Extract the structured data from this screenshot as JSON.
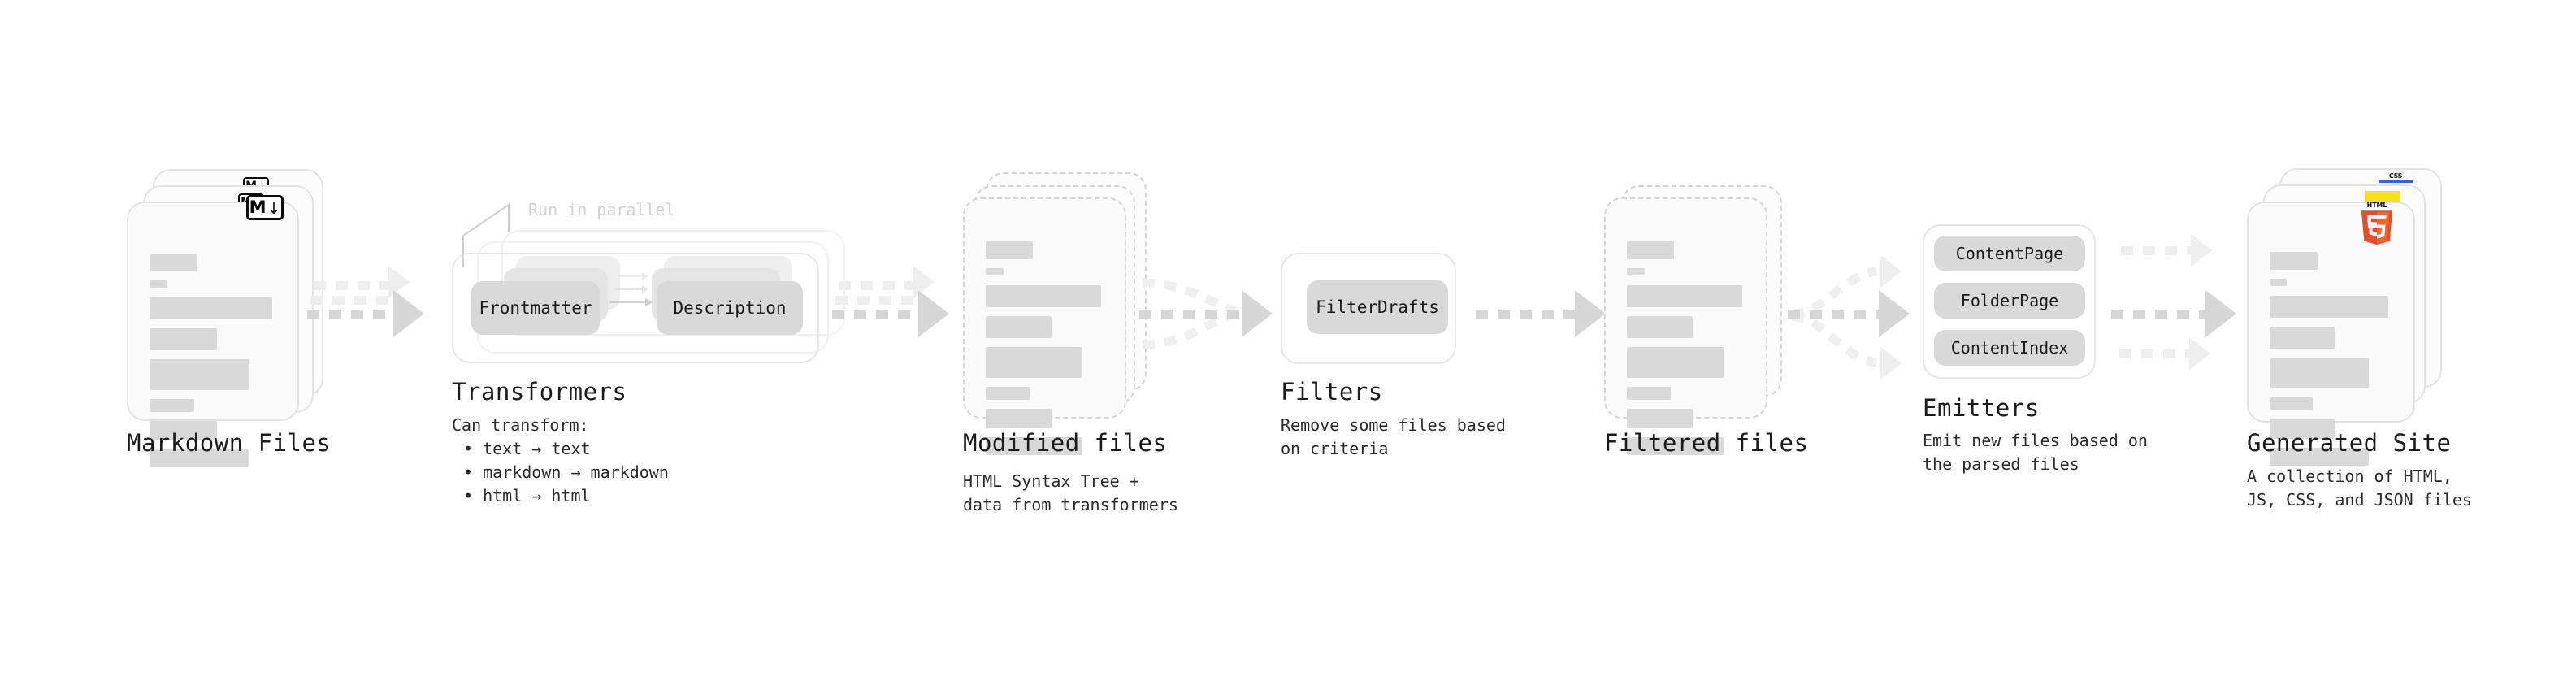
{
  "diagram": {
    "title": "Quartz build pipeline",
    "colors": {
      "card_bg": "#fafafa",
      "card_border": "#e3e3e3",
      "bar": "#d9d9d9",
      "chip": "#d9d9d9",
      "arrow": "#d6d6d6",
      "arrow_faded": "#eeeeee",
      "text": "#1b1b1b",
      "muted": "#d2d2d2",
      "html5_orange": "#e44d26",
      "html5_orange_light": "#f16529",
      "css_blue": "#2965f1",
      "js_yellow": "#f7df1e"
    }
  },
  "stages": [
    {
      "id": "markdown-files",
      "title": "Markdown Files",
      "subtitle": [],
      "badge": "markdown-badge",
      "badge_letter": "M",
      "badge_arrow": "↓",
      "card_style": "solid",
      "stack_count": 3,
      "bar_widths": [
        38,
        14,
        92,
        47,
        79,
        34,
        47,
        79
      ]
    },
    {
      "id": "transformers",
      "title": "Transformers",
      "subtitle": [
        "Can transform:",
        "• text  →  text",
        "• markdown  →  markdown",
        "• html  →  html"
      ],
      "parallel_label": "Run in parallel",
      "chips": [
        "Frontmatter",
        "Description"
      ],
      "stack_count": 3,
      "inner_arrow_count": 3
    },
    {
      "id": "modified-files",
      "title": "Modified files",
      "subtitle": [
        "HTML Syntax Tree +",
        "data from transformers"
      ],
      "card_style": "dashed",
      "stack_count": 3,
      "bar_widths": [
        38,
        14,
        92,
        47,
        79,
        34,
        47,
        79
      ]
    },
    {
      "id": "filters",
      "title": "Filters",
      "subtitle": [
        "Remove some files based",
        "on criteria"
      ],
      "chips": [
        "FilterDrafts"
      ],
      "stack_count": 1
    },
    {
      "id": "filtered-files",
      "title": "Filtered files",
      "subtitle": [],
      "card_style": "dashed",
      "stack_count": 2,
      "bar_widths": [
        38,
        14,
        92,
        47,
        79,
        34,
        47,
        79
      ]
    },
    {
      "id": "emitters",
      "title": "Emitters",
      "subtitle": [
        "Emit new files based on",
        "the parsed files"
      ],
      "chips": [
        "ContentPage",
        "FolderPage",
        "ContentIndex"
      ],
      "stack_count": 1
    },
    {
      "id": "generated-site",
      "title": "Generated Site",
      "subtitle": [
        "A collection of HTML,",
        "JS, CSS, and JSON files"
      ],
      "badges": [
        "css-badge",
        "js-badge",
        "html5-badge"
      ],
      "css_label": "CSS",
      "html5_label": "HTML",
      "html5_digit": "5",
      "card_style": "solid",
      "stack_count": 3,
      "bar_widths": [
        38,
        14,
        92,
        47,
        79,
        34,
        47,
        79
      ]
    }
  ],
  "connectors": [
    {
      "id": "md-to-transformers",
      "kind": "parallel-3"
    },
    {
      "id": "transformers-to-modified",
      "kind": "parallel-3"
    },
    {
      "id": "modified-to-filters",
      "kind": "converge-3"
    },
    {
      "id": "filters-to-filtered",
      "kind": "single"
    },
    {
      "id": "filtered-to-emitters",
      "kind": "diverge-3"
    },
    {
      "id": "emitters-to-site",
      "kind": "parallel-3"
    }
  ]
}
